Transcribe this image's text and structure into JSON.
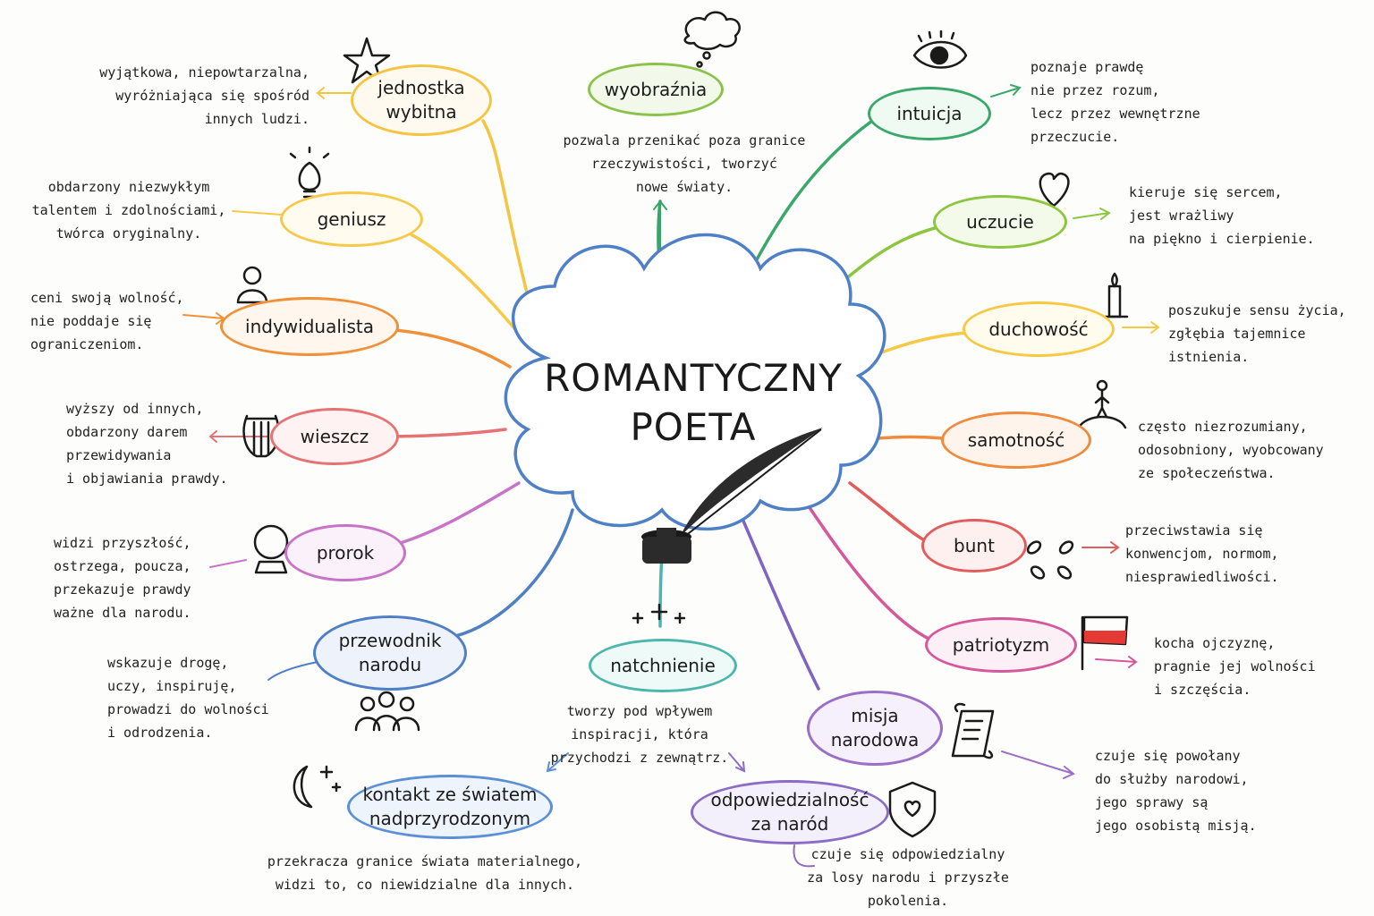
{
  "title": {
    "line1": "ROMANTYCZNY",
    "line2": "POETA"
  },
  "nodes": {
    "jednostka": {
      "label": "jednostka\nwybitna",
      "desc": "wyjątkowa, niepowtarzalna,\nwyróżniająca się spośród\ninnych ludzi.",
      "icon": "star-icon",
      "color": "#f4c542"
    },
    "geniusz": {
      "label": "geniusz",
      "desc": "obdarzony niezwykłym\ntalentem i zdolnościami,\ntwórca oryginalny.",
      "icon": "lightbulb-icon",
      "color": "#f7c948"
    },
    "indywidualista": {
      "label": "indywidualista",
      "desc": "ceni swoją wolność,\nnie poddaje się\nograniczeniom.",
      "icon": "person-icon",
      "color": "#f0913a"
    },
    "wieszcz": {
      "label": "wieszcz",
      "desc": "wyższy od innych,\nobdarzony darem\nprzewidywania\ni objawiania prawdy.",
      "icon": "lyre-icon",
      "color": "#e57373"
    },
    "prorok": {
      "label": "prorok",
      "desc": "widzi przyszłość,\nostrzega, poucza,\nprzekazuje prawdy\nważne dla narodu.",
      "icon": "crystal-ball-icon",
      "color": "#c873c8"
    },
    "przewodnik": {
      "label": "przewodnik\nnarodu",
      "desc": "wskazuje drogę,\nuczy, inspiruję,\nprowadzi do wolności\ni odrodzenia.",
      "icon": "people-icon",
      "color": "#4f7fc4"
    },
    "kontakt": {
      "label": "kontakt ze światem\nnadprzyrodzonym",
      "desc": "przekracza granice świata materialnego,\nwidzi to, co niewidzialne dla innych.",
      "icon": "moon-icon",
      "color": "#5b8fd6"
    },
    "wyobraznia": {
      "label": "wyobraźnia",
      "desc": "pozwala przenikać poza granice\nrzeczywistości, tworzyć\nnowe światy.",
      "icon": "cloud-icon",
      "color": "#8bc34a"
    },
    "natchnienie": {
      "label": "natchnienie",
      "desc": "tworzy pod wpływem\ninspiracji, która\nprzychodzi z zewnątrz.",
      "icon": "sparkles-icon",
      "color": "#4db6ac"
    },
    "intuicja": {
      "label": "intuicja",
      "desc": "poznaje prawdę\nnie przez rozum,\nlecz przez wewnętrzne\nprzeczucie.",
      "icon": "eye-icon",
      "color": "#3aa86b"
    },
    "uczucie": {
      "label": "uczucie",
      "desc": "kieruje się sercem,\njest wrażliwy\nna piękno i cierpienie.",
      "icon": "heart-icon",
      "color": "#8cc63f"
    },
    "duchowosc": {
      "label": "duchowość",
      "desc": "poszukuje sensu życia,\nzgłębia tajemnice\nistnienia.",
      "icon": "candle-icon",
      "color": "#f6c945"
    },
    "samotnosc": {
      "label": "samotność",
      "desc": "często niezrozumiany,\nodosobniony, wyobcowany\nze społeczeństwa.",
      "icon": "lone-figure-icon",
      "color": "#f08a3c"
    },
    "bunt": {
      "label": "bunt",
      "desc": "przeciwstawia się\nkonwencjom, normom,\nniesprawiedliwości.",
      "icon": "broken-chain-icon",
      "color": "#e25c5c"
    },
    "patriotyzm": {
      "label": "patriotyzm",
      "desc": "kocha ojczyznę,\npragnie jej wolności\ni szczęścia.",
      "icon": "polish-flag-icon",
      "color": "#d6579a"
    },
    "misja": {
      "label": "misja\nnarodowa",
      "desc": "czuje się powołany\ndo służby narodowi,\njego sprawy są\njego osobistą misją.",
      "icon": "scroll-icon",
      "color": "#9c6fc7"
    },
    "odpowiedzialnosc": {
      "label": "odpowiedzialność\nza naród",
      "desc": "czuje się odpowiedzialny\nza losy narodu i przyszłe\npokolenia.",
      "icon": "shield-heart-icon",
      "color": "#8b6cc6"
    }
  }
}
